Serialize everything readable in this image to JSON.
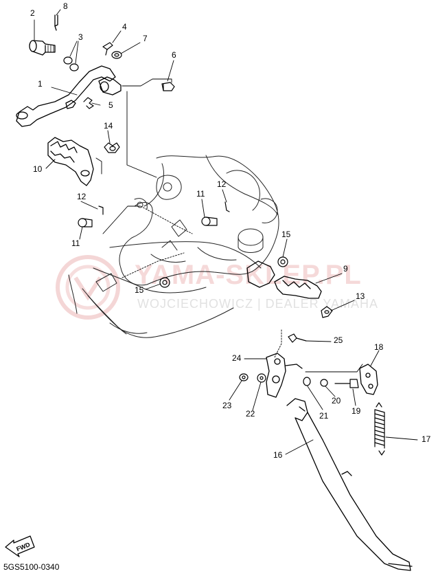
{
  "reference_code": "5GS5100-0340",
  "watermark": {
    "brand": "YAMA-SKLEP.PL",
    "subtitle": "WOJCIECHOWICZ | DEALER YAMAHA"
  },
  "fwd_arrow": {
    "label": "FWD"
  },
  "callouts": {
    "c1": "1",
    "c2": "2",
    "c3": "3",
    "c4": "4",
    "c5": "5",
    "c6": "6",
    "c7": "7",
    "c8": "8",
    "c9": "9",
    "c10": "10",
    "c11a": "11",
    "c11b": "11",
    "c12a": "12",
    "c12b": "12",
    "c13": "13",
    "c14": "14",
    "c15a": "15",
    "c15b": "15",
    "c16": "16",
    "c17": "17",
    "c18": "18",
    "c19": "19",
    "c20": "20",
    "c21": "21",
    "c22": "22",
    "c23": "23",
    "c24": "24",
    "c25": "25"
  },
  "colors": {
    "line": "#000000",
    "frame": "#222222",
    "watermark_red": "#dc7878",
    "watermark_grey": "#c8c8c8"
  }
}
